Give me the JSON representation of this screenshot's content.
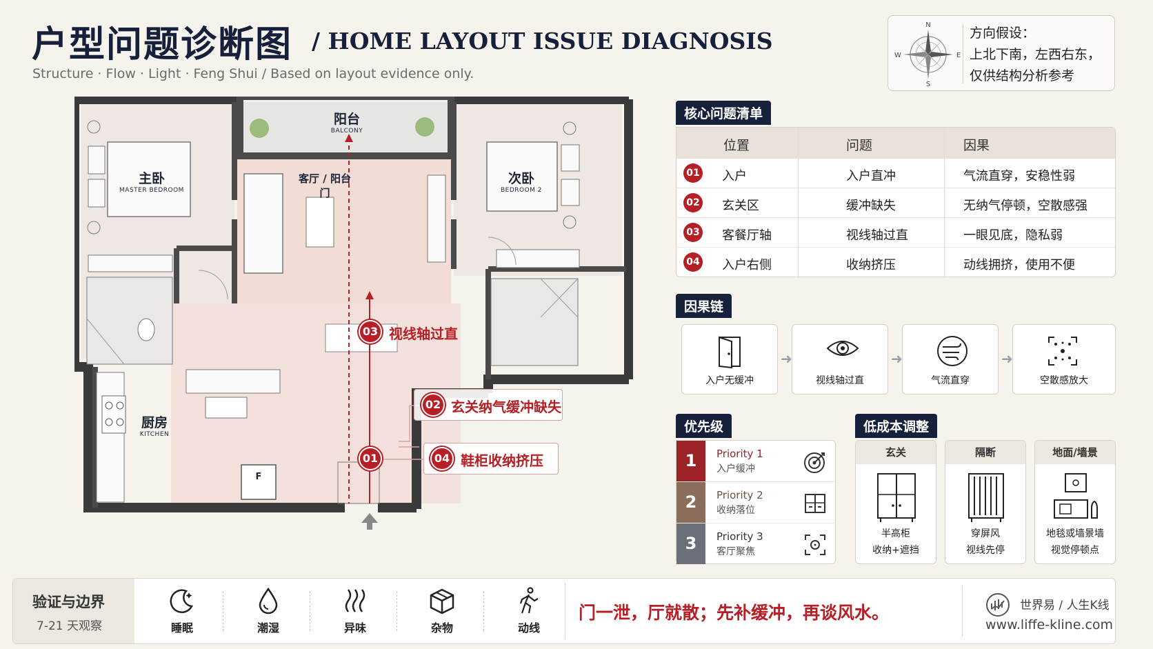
{
  "header": {
    "title_zh": "户型问题诊断图",
    "title_en": "/ HOME LAYOUT ISSUE DIAGNOSIS",
    "subtitle": "Structure · Flow · Light · Feng Shui / Based on layout evidence only."
  },
  "compass": {
    "n": "N",
    "s": "S",
    "e": "E",
    "w": "W",
    "lines": [
      "方向假设：",
      "上北下南，左西右东，",
      "仅供结构分析参考"
    ]
  },
  "plan": {
    "rooms": {
      "balcony_zh": "阳台",
      "balcony_en": "BALCONY",
      "master_zh": "主卧",
      "master_en": "MASTER BEDROOM",
      "bed2_zh": "次卧",
      "bed2_en": "BEDROOM 2",
      "kitchen_zh": "厨房",
      "kitchen_en": "KITCHEN",
      "living": "客厅 / 阳台门",
      "fridge": "F"
    },
    "markers": {
      "m01": "01",
      "m02": "02",
      "m03": "03",
      "m04": "04",
      "c02": "玄关纳气缓冲缺失",
      "c03": "视线轴过直",
      "c04": "鞋柜收纳挤压"
    }
  },
  "issues": {
    "tag": "核心问题清单",
    "headers": [
      "位置",
      "问题",
      "因果"
    ],
    "rows": [
      {
        "num": "01",
        "loc": "入户",
        "issue": "入户直冲",
        "effect": "气流直穿，安稳性弱"
      },
      {
        "num": "02",
        "loc": "玄关区",
        "issue": "缓冲缺失",
        "effect": "无纳气停顿，空散感强"
      },
      {
        "num": "03",
        "loc": "客餐厅轴",
        "issue": "视线轴过直",
        "effect": "一眼见底，隐私弱"
      },
      {
        "num": "04",
        "loc": "入户右侧",
        "issue": "收纳挤压",
        "effect": "动线拥挤，使用不便"
      }
    ]
  },
  "chain": {
    "tag": "因果链",
    "steps": [
      {
        "label": "入户无缓冲",
        "icon": "door-icon"
      },
      {
        "label": "视线轴过直",
        "icon": "eye-icon"
      },
      {
        "label": "气流直穿",
        "icon": "airflow-icon"
      },
      {
        "label": "空散感放大",
        "icon": "scatter-icon"
      }
    ]
  },
  "priority": {
    "tag": "优先级",
    "items": [
      {
        "num": "1",
        "title": "Priority 1",
        "desc": "入户缓冲",
        "color": "#9b2226"
      },
      {
        "num": "2",
        "title": "Priority 2",
        "desc": "收纳落位",
        "color": "#8a6d5a"
      },
      {
        "num": "3",
        "title": "Priority 3",
        "desc": "客厅聚焦",
        "color": "#6b6f78"
      }
    ]
  },
  "adjust": {
    "tag": "低成本调整",
    "items": [
      {
        "head": "玄关",
        "l1": "半高柜",
        "l2": "收纳+遮挡"
      },
      {
        "head": "隔断",
        "l1": "穿屏风",
        "l2": "视线先停"
      },
      {
        "head": "地面/墙景",
        "l1": "地毯或墙景墙",
        "l2": "视觉停顿点"
      }
    ]
  },
  "footer": {
    "verify_title": "验证与边界",
    "verify_sub": "7-21 天观察",
    "observations": [
      "睡眠",
      "潮湿",
      "异味",
      "杂物",
      "动线"
    ],
    "slogan": "门一泄，厅就散；先补缓冲，再谈风水。",
    "brand_name": "世界易 / 人生K线",
    "brand_url": "www.liffe-kline.com"
  },
  "colors": {
    "accent": "#b51f25",
    "navy": "#17203a",
    "background": "#f6f2ec"
  }
}
